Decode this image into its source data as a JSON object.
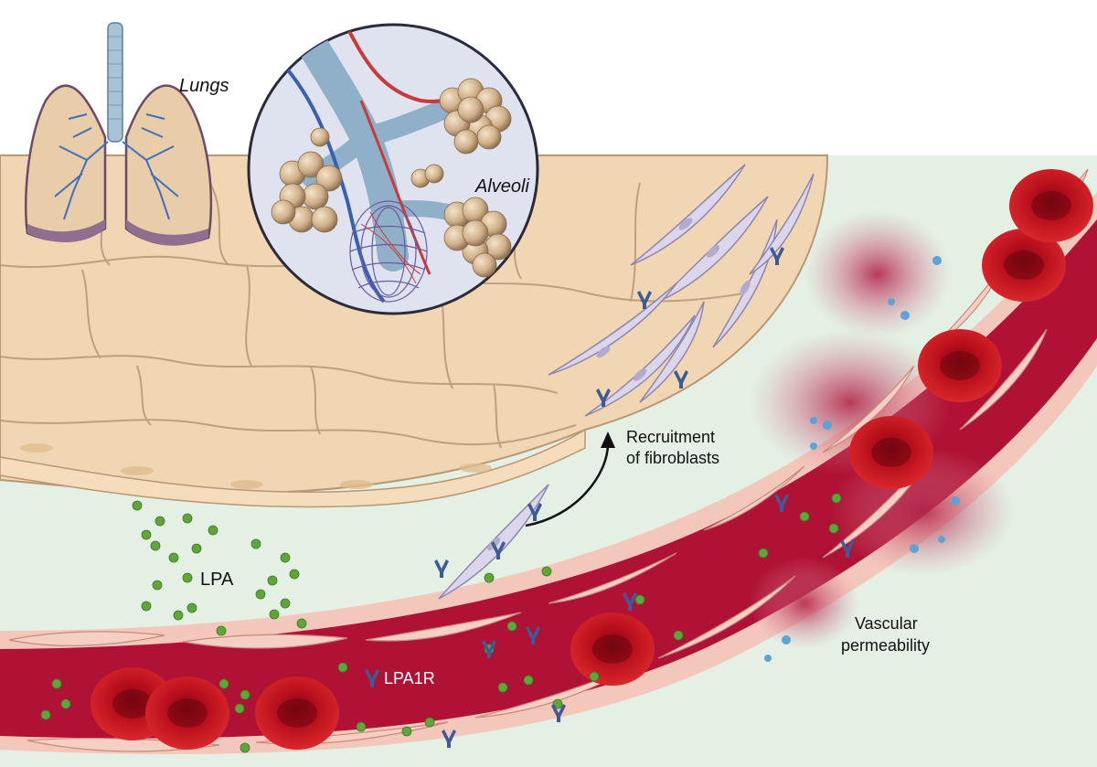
{
  "labels": {
    "lungs": "Lungs",
    "alveoli": "Alveoli",
    "recruitment_line1": "Recruitment",
    "recruitment_line2": "of fibroblasts",
    "lpa": "LPA",
    "lpa1r": "LPA1R",
    "vascular_line1": "Vascular",
    "vascular_line2": "permeability"
  },
  "colors": {
    "background_tissue": "#e3f0e3",
    "alveolar_epithelium": "#f1d6b4",
    "cell_outline": "#b89773",
    "fibroblast": "#dcd6ec",
    "vessel_lumen": "#b01235",
    "endothelium": "#f4c7bb",
    "red_blood_cell": "#c8101c",
    "lpa_particle": "#5fa53a",
    "receptor": "#3c5b98",
    "leak_drop": "#5fa3d6",
    "lung_tissue": "#e9cda8",
    "airway": "#8fb0c8"
  },
  "icons": [
    "lungs-icon",
    "alveoli-inset",
    "red-blood-cell-icon",
    "fibroblast-icon",
    "lpa1r-receptor-icon",
    "lpa-particle-icon",
    "recruitment-arrow-icon"
  ]
}
